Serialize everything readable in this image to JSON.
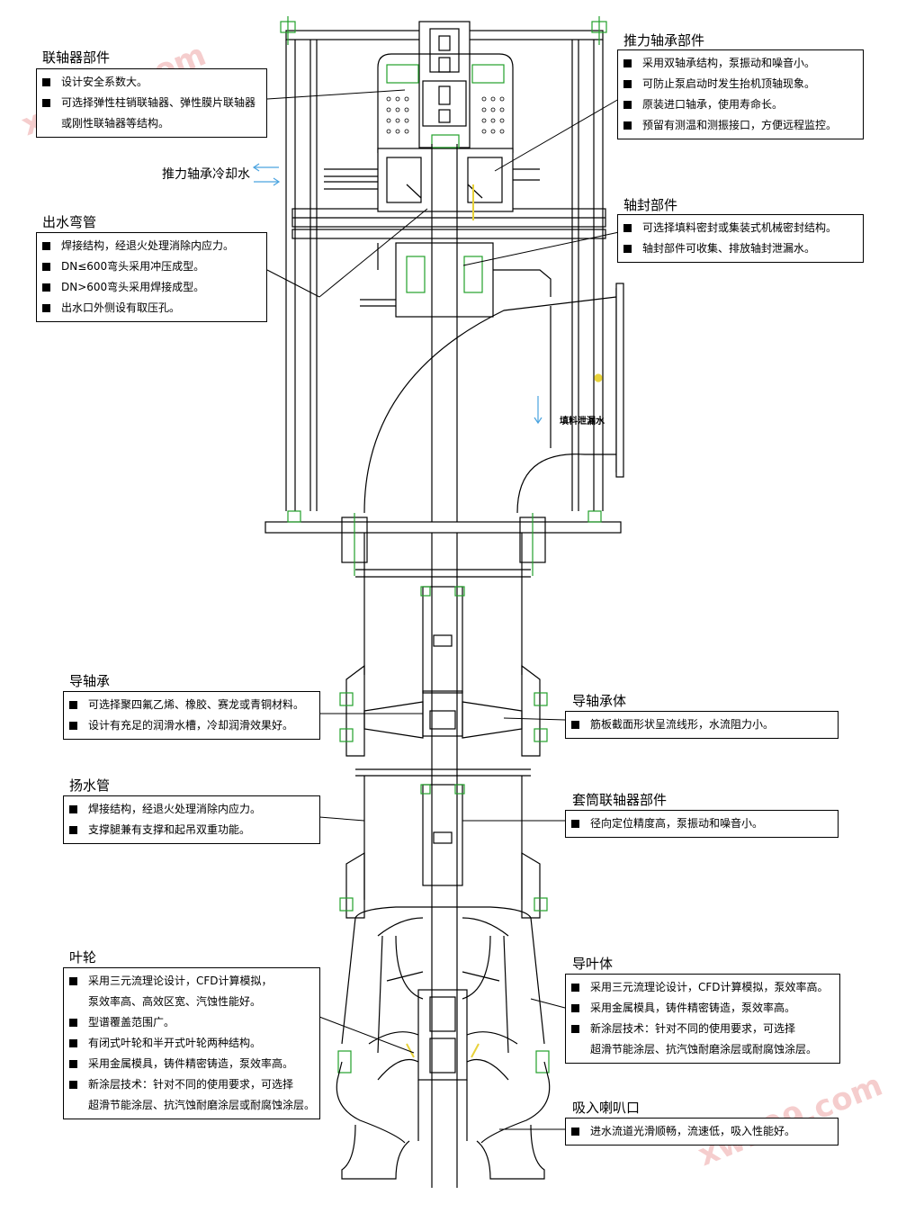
{
  "watermarks": [
    "xwb99.com",
    "xwb99.com"
  ],
  "floating": {
    "cooling_water": "推力轴承冷却水",
    "packing_leak": "填料泄漏水"
  },
  "callouts": {
    "coupling": {
      "title": "联轴器部件",
      "lines": [
        {
          "bullet": true,
          "text": "设计安全系数大。"
        },
        {
          "bullet": true,
          "text": "可选择弹性柱销联轴器、弹性膜片联轴器"
        },
        {
          "bullet": false,
          "text": "或刚性联轴器等结构。"
        }
      ]
    },
    "thrust_bearing": {
      "title": "推力轴承部件",
      "lines": [
        {
          "bullet": true,
          "text": "采用双轴承结构，泵振动和噪音小。"
        },
        {
          "bullet": true,
          "text": "可防止泵启动时发生抬机顶轴现象。"
        },
        {
          "bullet": true,
          "text": "原装进口轴承，使用寿命长。"
        },
        {
          "bullet": true,
          "text": "预留有测温和测振接口，方便远程监控。"
        }
      ]
    },
    "outlet_elbow": {
      "title": "出水弯管",
      "lines": [
        {
          "bullet": true,
          "text": "焊接结构，经退火处理消除内应力。"
        },
        {
          "bullet": true,
          "text": "DN≤600弯头采用冲压成型。"
        },
        {
          "bullet": true,
          "text": "DN>600弯头采用焊接成型。"
        },
        {
          "bullet": true,
          "text": "出水口外侧设有取压孔。"
        }
      ]
    },
    "shaft_seal": {
      "title": "轴封部件",
      "lines": [
        {
          "bullet": true,
          "text": "可选择填料密封或集装式机械密封结构。"
        },
        {
          "bullet": true,
          "text": "轴封部件可收集、排放轴封泄漏水。"
        }
      ]
    },
    "guide_bearing": {
      "title": "导轴承",
      "lines": [
        {
          "bullet": true,
          "text": "可选择聚四氟乙烯、橡胶、赛龙或青铜材料。"
        },
        {
          "bullet": true,
          "text": "设计有充足的润滑水槽，冷却润滑效果好。"
        }
      ]
    },
    "guide_bearing_body": {
      "title": "导轴承体",
      "lines": [
        {
          "bullet": true,
          "text": "筋板截面形状呈流线形，水流阻力小。"
        }
      ]
    },
    "lift_pipe": {
      "title": "扬水管",
      "lines": [
        {
          "bullet": true,
          "text": "焊接结构，经退火处理消除内应力。"
        },
        {
          "bullet": true,
          "text": "支撑腿兼有支撑和起吊双重功能。"
        }
      ]
    },
    "sleeve_coupling": {
      "title": "套筒联轴器部件",
      "lines": [
        {
          "bullet": true,
          "text": "径向定位精度高，泵振动和噪音小。"
        }
      ]
    },
    "impeller": {
      "title": "叶轮",
      "lines": [
        {
          "bullet": true,
          "text": "采用三元流理论设计，CFD计算模拟，"
        },
        {
          "bullet": false,
          "text": "泵效率高、高效区宽、汽蚀性能好。"
        },
        {
          "bullet": true,
          "text": "型谱覆盖范围广。"
        },
        {
          "bullet": true,
          "text": "有闭式叶轮和半开式叶轮两种结构。"
        },
        {
          "bullet": true,
          "text": "采用金属模具，铸件精密铸造，泵效率高。"
        },
        {
          "bullet": true,
          "text": "新涂层技术：针对不同的使用要求，可选择"
        },
        {
          "bullet": false,
          "text": "超滑节能涂层、抗汽蚀耐磨涂层或耐腐蚀涂层。"
        }
      ]
    },
    "guide_vane": {
      "title": "导叶体",
      "lines": [
        {
          "bullet": true,
          "text": "采用三元流理论设计，CFD计算模拟，泵效率高。"
        },
        {
          "bullet": true,
          "text": "采用金属模具，铸件精密铸造，泵效率高。"
        },
        {
          "bullet": true,
          "text": "新涂层技术：针对不同的使用要求，可选择"
        },
        {
          "bullet": false,
          "text": "超滑节能涂层、抗汽蚀耐磨涂层或耐腐蚀涂层。"
        }
      ]
    },
    "suction_bell": {
      "title": "吸入喇叭口",
      "lines": [
        {
          "bullet": true,
          "text": "进水流道光滑顺畅，流速低，吸入性能好。"
        }
      ]
    }
  },
  "colors": {
    "line": "#000000",
    "cooling_arrow": "#4aa3df",
    "green": "#22a02a",
    "yellow": "#e8d23a",
    "watermark": "#f2b8b8"
  }
}
